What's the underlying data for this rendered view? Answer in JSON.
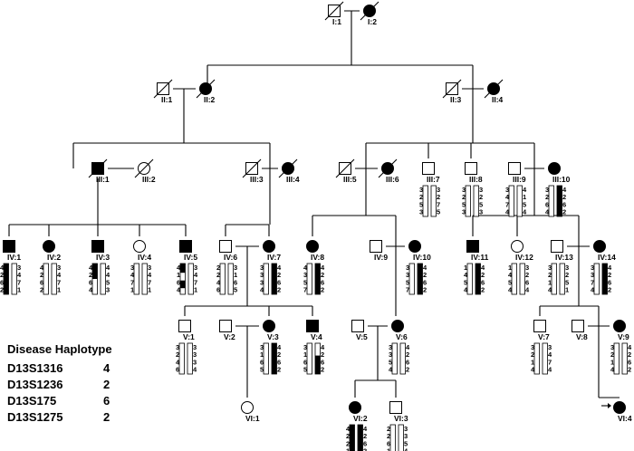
{
  "individuals": [
    {
      "id": "I:1",
      "sex": "M",
      "affected": false,
      "deceased": true
    },
    {
      "id": "I:2",
      "sex": "F",
      "affected": true,
      "deceased": true
    },
    {
      "id": "II:1",
      "sex": "M",
      "affected": false,
      "deceased": true
    },
    {
      "id": "II:2",
      "sex": "F",
      "affected": true,
      "deceased": true
    },
    {
      "id": "II:3",
      "sex": "M",
      "affected": false,
      "deceased": true
    },
    {
      "id": "II:4",
      "sex": "F",
      "affected": true,
      "deceased": true
    },
    {
      "id": "III:1",
      "sex": "M",
      "affected": true,
      "deceased": true
    },
    {
      "id": "III:2",
      "sex": "F",
      "affected": false,
      "deceased": true
    },
    {
      "id": "III:3",
      "sex": "M",
      "affected": false,
      "deceased": true
    },
    {
      "id": "III:4",
      "sex": "F",
      "affected": true,
      "deceased": true
    },
    {
      "id": "III:5",
      "sex": "M",
      "affected": false,
      "deceased": true
    },
    {
      "id": "III:6",
      "sex": "F",
      "affected": true,
      "deceased": true
    },
    {
      "id": "III:7",
      "sex": "M",
      "affected": false,
      "deceased": false,
      "hap": [
        [
          "3",
          "2",
          "5",
          "3"
        ],
        [
          "3",
          "2",
          "7",
          "5"
        ]
      ],
      "dz": [
        0,
        0
      ]
    },
    {
      "id": "III:8",
      "sex": "M",
      "affected": false,
      "deceased": false,
      "hap": [
        [
          "3",
          "2",
          "5",
          "3"
        ],
        [
          "3",
          "2",
          "5",
          "3"
        ]
      ],
      "dz": [
        0,
        0
      ]
    },
    {
      "id": "III:9",
      "sex": "M",
      "affected": false,
      "deceased": false,
      "hap": [
        [
          "3",
          "4",
          "7",
          "4"
        ],
        [
          "4",
          "1",
          "5",
          "4"
        ]
      ],
      "dz": [
        0,
        0
      ]
    },
    {
      "id": "III:10",
      "sex": "F",
      "affected": true,
      "deceased": false,
      "hap": [
        [
          "3",
          "2",
          "6",
          "4"
        ],
        [
          "4",
          "2",
          "6",
          "2"
        ]
      ],
      "dz": [
        0,
        1
      ]
    },
    {
      "id": "IV:1",
      "sex": "M",
      "affected": true,
      "deceased": false,
      "hap": [
        [
          "4",
          "2",
          "6",
          "2"
        ],
        [
          "3",
          "4",
          "7",
          "1"
        ]
      ],
      "dz": [
        1,
        0
      ]
    },
    {
      "id": "IV:2",
      "sex": "F",
      "affected": true,
      "deceased": false,
      "hap": [
        [
          "4",
          "2",
          "6",
          "2"
        ],
        [
          "3",
          "4",
          "7",
          "1"
        ]
      ],
      "dz": [
        0,
        0
      ]
    },
    {
      "id": "IV:3",
      "sex": "M",
      "affected": true,
      "deceased": false,
      "hap": [
        [
          "4",
          "2",
          "6",
          "4"
        ],
        [
          "4",
          "4",
          "5",
          "3"
        ]
      ],
      "dz": [
        2,
        0
      ]
    },
    {
      "id": "IV:4",
      "sex": "F",
      "affected": false,
      "deceased": false,
      "hap": [
        [
          "3",
          "4",
          "7",
          "1"
        ],
        [
          "3",
          "4",
          "7",
          "1"
        ]
      ],
      "dz": [
        0,
        0
      ]
    },
    {
      "id": "IV:5",
      "sex": "M",
      "affected": true,
      "deceased": false,
      "hap": [
        [
          "4",
          "1",
          "6",
          "4"
        ],
        [
          "3",
          "4",
          "7",
          "1"
        ]
      ],
      "dz": [
        3,
        0
      ]
    },
    {
      "id": "IV:6",
      "sex": "M",
      "affected": false,
      "deceased": false,
      "hap": [
        [
          "2",
          "2",
          "4",
          "6"
        ],
        [
          "3",
          "1",
          "6",
          "5"
        ]
      ],
      "dz": [
        0,
        0
      ]
    },
    {
      "id": "IV:7",
      "sex": "F",
      "affected": true,
      "deceased": false,
      "hap": [
        [
          "3",
          "3",
          "3",
          "4"
        ],
        [
          "4",
          "2",
          "6",
          "2"
        ]
      ],
      "dz": [
        0,
        1
      ]
    },
    {
      "id": "IV:8",
      "sex": "F",
      "affected": true,
      "deceased": false,
      "hap": [
        [
          "4",
          "3",
          "5",
          "7"
        ],
        [
          "4",
          "2",
          "6",
          "2"
        ]
      ],
      "dz": [
        0,
        1
      ]
    },
    {
      "id": "IV:9",
      "sex": "M",
      "affected": false,
      "deceased": false
    },
    {
      "id": "IV:10",
      "sex": "F",
      "affected": true,
      "deceased": false,
      "hap": [
        [
          "3",
          "3",
          "5",
          "7"
        ],
        [
          "4",
          "2",
          "6",
          "2"
        ]
      ],
      "dz": [
        0,
        1
      ]
    },
    {
      "id": "IV:11",
      "sex": "M",
      "affected": true,
      "deceased": false,
      "hap": [
        [
          "1",
          "4",
          "5",
          "4"
        ],
        [
          "4",
          "2",
          "6",
          "2"
        ]
      ],
      "dz": [
        0,
        1
      ]
    },
    {
      "id": "IV:12",
      "sex": "F",
      "affected": false,
      "deceased": false,
      "hap": [
        [
          "1",
          "4",
          "5",
          "4"
        ],
        [
          "3",
          "2",
          "6",
          "4"
        ]
      ],
      "dz": [
        0,
        0
      ]
    },
    {
      "id": "IV:13",
      "sex": "M",
      "affected": false,
      "deceased": false,
      "hap": [
        [
          "3",
          "2",
          "1",
          "4"
        ],
        [
          "3",
          "2",
          "5",
          "1"
        ]
      ],
      "dz": [
        0,
        0
      ]
    },
    {
      "id": "IV:14",
      "sex": "F",
      "affected": true,
      "deceased": false,
      "hap": [
        [
          "3",
          "3",
          "7",
          "4"
        ],
        [
          "4",
          "2",
          "6",
          "2"
        ]
      ],
      "dz": [
        0,
        1
      ]
    },
    {
      "id": "V:1",
      "sex": "M",
      "affected": false,
      "deceased": false,
      "hap": [
        [
          "3",
          "2",
          "4",
          "6"
        ],
        [
          "3",
          "3",
          "3",
          "4"
        ]
      ],
      "dz": [
        0,
        0
      ]
    },
    {
      "id": "V:2",
      "sex": "M",
      "affected": false,
      "deceased": false
    },
    {
      "id": "V:3",
      "sex": "F",
      "affected": true,
      "deceased": false,
      "hap": [
        [
          "3",
          "1",
          "6",
          "5"
        ],
        [
          "4",
          "2",
          "6",
          "2"
        ]
      ],
      "dz": [
        0,
        1
      ]
    },
    {
      "id": "V:4",
      "sex": "M",
      "affected": true,
      "deceased": false,
      "hap": [
        [
          "3",
          "1",
          "6",
          "5"
        ],
        [
          "4",
          "2",
          "6",
          "2"
        ]
      ],
      "dz": [
        0,
        4
      ]
    },
    {
      "id": "V:5",
      "sex": "M",
      "affected": false,
      "deceased": false
    },
    {
      "id": "V:6",
      "sex": "F",
      "affected": true,
      "deceased": false,
      "hap": [
        [
          "3",
          "3",
          "5",
          "4"
        ],
        [
          "4",
          "2",
          "6",
          "2"
        ]
      ],
      "dz": [
        0,
        0
      ]
    },
    {
      "id": "V:7",
      "sex": "M",
      "affected": false,
      "deceased": false,
      "hap": [
        [
          "3",
          "2",
          "1",
          "4"
        ],
        [
          "3",
          "4",
          "7",
          "4"
        ]
      ],
      "dz": [
        0,
        0
      ]
    },
    {
      "id": "V:8",
      "sex": "M",
      "affected": false,
      "deceased": false
    },
    {
      "id": "V:9",
      "sex": "F",
      "affected": true,
      "deceased": false,
      "hap": [
        [
          "3",
          "2",
          "1",
          "4"
        ],
        [
          "4",
          "2",
          "6",
          "2"
        ]
      ],
      "dz": [
        0,
        0
      ]
    },
    {
      "id": "VI:1",
      "sex": "F",
      "affected": false,
      "deceased": false
    },
    {
      "id": "VI:2",
      "sex": "F",
      "affected": true,
      "deceased": false,
      "hap": [
        [
          "4",
          "2",
          "2",
          "1"
        ],
        [
          "4",
          "2",
          "6",
          "2"
        ]
      ],
      "dz": [
        1,
        1
      ]
    },
    {
      "id": "VI:3",
      "sex": "M",
      "affected": false,
      "deceased": false,
      "hap": [
        [
          "2",
          "2",
          "6",
          "1"
        ],
        [
          "3",
          "3",
          "5",
          "4"
        ]
      ],
      "dz": [
        0,
        0
      ]
    },
    {
      "id": "VI:4",
      "sex": "F",
      "affected": true,
      "deceased": false,
      "proband": true
    }
  ],
  "legend": {
    "title": "Disease Haplotype",
    "markers": [
      {
        "name": "D13S1316",
        "value": "4"
      },
      {
        "name": "D13S1236",
        "value": "2"
      },
      {
        "name": "D13S175",
        "value": "6"
      },
      {
        "name": "D13S1275",
        "value": "2"
      }
    ]
  }
}
